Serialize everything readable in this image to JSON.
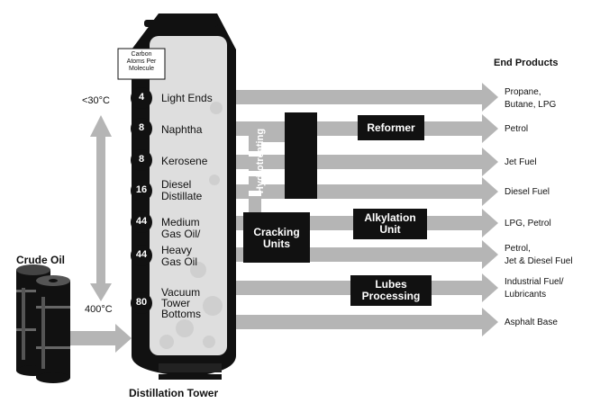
{
  "title_end_products": "End Products",
  "crude_oil_label": "Crude Oil",
  "tower_label": "Distillation Tower",
  "carbon_header": "Carbon\nAtoms Per\nMolecule",
  "temp_top": "<30°C",
  "temp_bottom": "400°C",
  "fractions": [
    {
      "carbon": "4",
      "name": "Light Ends"
    },
    {
      "carbon": "8",
      "name": "Naphtha"
    },
    {
      "carbon": "8",
      "name": "Kerosene"
    },
    {
      "carbon": "16",
      "name": "Diesel\nDistillate"
    },
    {
      "carbon": "44",
      "name": "Medium\nGas Oil/"
    },
    {
      "carbon": "44",
      "name": "Heavy\nGas Oil"
    },
    {
      "carbon": "80",
      "name": "Vacuum\nTower\nBottoms"
    }
  ],
  "processes": {
    "hydrotreating": "Hydrotreating",
    "reformer": "Reformer",
    "cracking": "Cracking\nUnits",
    "alkylation": "Alkylation\nUnit",
    "lubes": "Lubes\nProcessing"
  },
  "products": [
    "Propane,\nButane, LPG",
    "Petrol",
    "Jet Fuel",
    "Diesel Fuel",
    "LPG, Petrol",
    "Petrol,\nJet & Diesel Fuel",
    "Industrial Fuel/\nLubricants",
    "Asphalt Base"
  ]
}
